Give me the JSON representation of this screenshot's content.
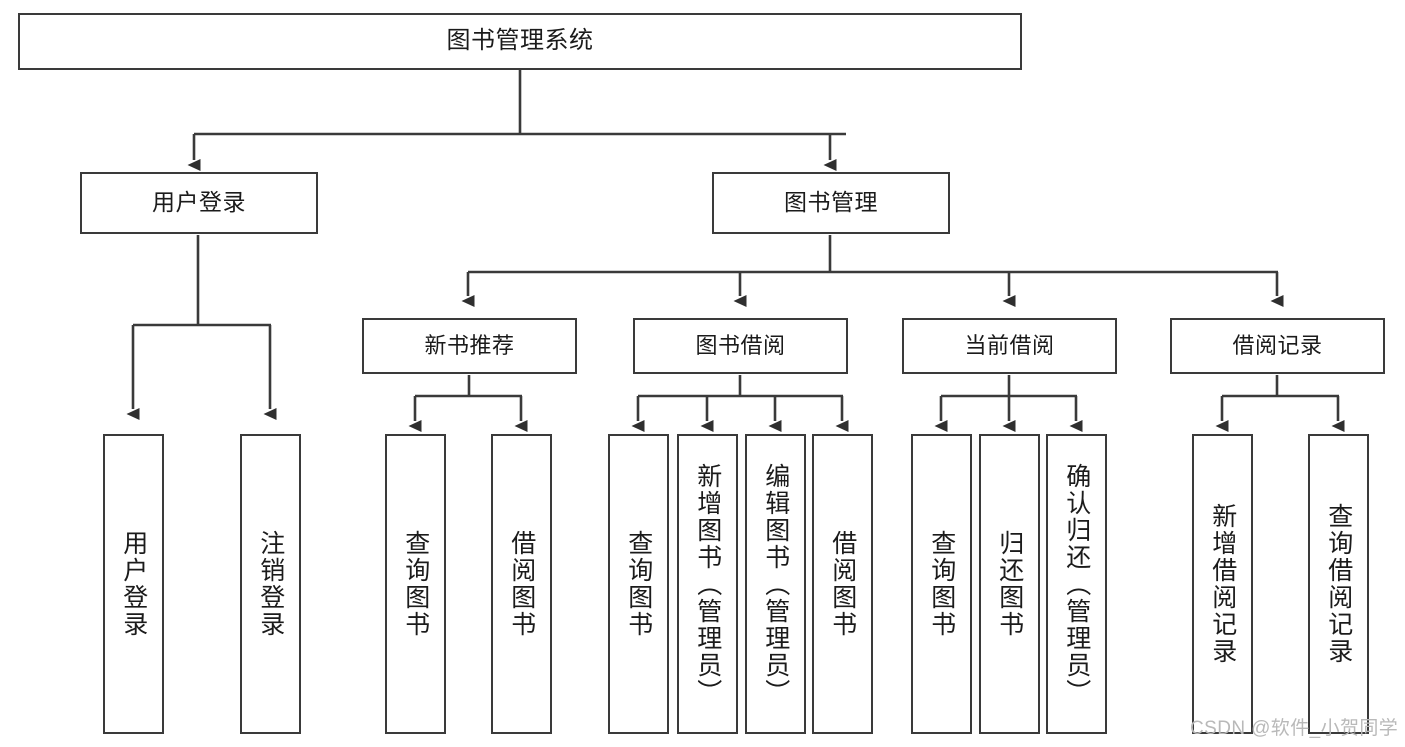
{
  "diagram": {
    "title": "图书管理系统",
    "type": "tree-hierarchy",
    "orientation": "top-down",
    "stroke_color": "#3a3a3a",
    "background_color": "#ffffff",
    "levels": 4
  },
  "root": {
    "label": "图书管理系统"
  },
  "level1": [
    {
      "label": "用户登录"
    },
    {
      "label": "图书管理"
    }
  ],
  "level2": [
    {
      "label": "新书推荐"
    },
    {
      "label": "图书借阅"
    },
    {
      "label": "当前借阅"
    },
    {
      "label": "借阅记录"
    }
  ],
  "leaves": {
    "user_login": [
      {
        "label": "用户登录"
      },
      {
        "label": "注销登录"
      }
    ],
    "new_book_recommend": [
      {
        "label": "查询图书"
      },
      {
        "label": "借阅图书"
      }
    ],
    "book_borrow": [
      {
        "label": "查询图书"
      },
      {
        "label": "新增图书（管理员）"
      },
      {
        "label": "编辑图书（管理员）"
      },
      {
        "label": "借阅图书"
      }
    ],
    "current_borrow": [
      {
        "label": "查询图书"
      },
      {
        "label": "归还图书"
      },
      {
        "label": "确认归还（管理员）"
      }
    ],
    "borrow_record": [
      {
        "label": "新增借阅记录"
      },
      {
        "label": "查询借阅记录"
      }
    ]
  },
  "watermark": {
    "text": "CSDN @软件_小贺同学"
  }
}
